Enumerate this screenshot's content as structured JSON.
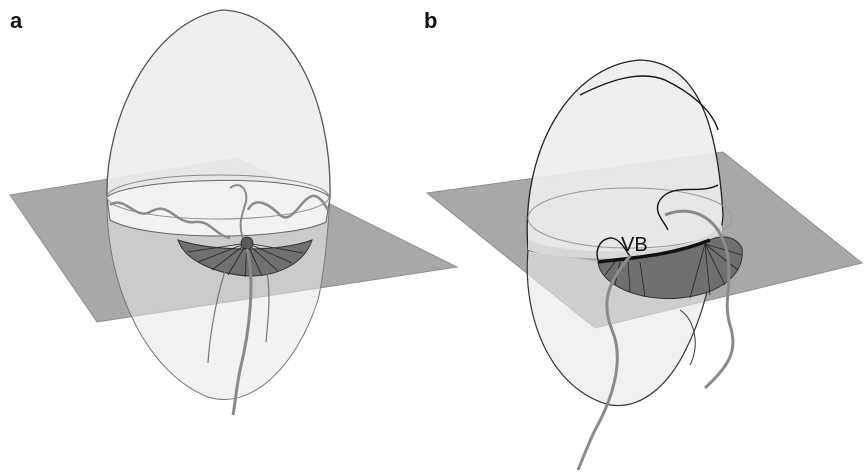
{
  "panels": [
    {
      "label": "a"
    },
    {
      "label": "b"
    }
  ],
  "annotations": {
    "vb": "VB"
  },
  "colors": {
    "plane": "#a8a8ab",
    "plane_edge": "#8a8a8d",
    "shell_fill": "#eeeeef",
    "shell_stroke": "#5a5a5a",
    "disc_dark": "#6e6e6f",
    "disc_light": "#9b9b9c",
    "gray_curve": "#8a8a8a",
    "black_curve": "#111111"
  }
}
